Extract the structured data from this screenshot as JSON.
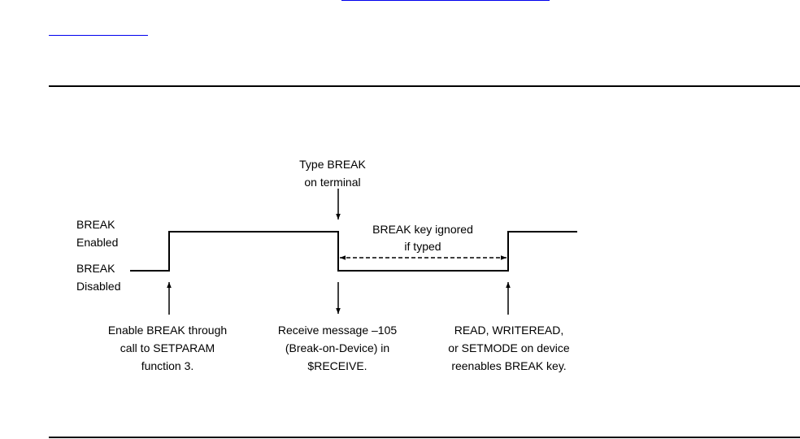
{
  "links": [
    {
      "name": "top-link",
      "label": ""
    },
    {
      "name": "left-link",
      "label": ""
    }
  ],
  "diagram": {
    "state_labels": {
      "enabled": [
        "BREAK",
        "Enabled"
      ],
      "disabled": [
        "BREAK",
        "Disabled"
      ]
    },
    "top_event": [
      "Type BREAK",
      "on terminal"
    ],
    "ignored_region": [
      "BREAK key ignored",
      "if typed"
    ],
    "events": [
      {
        "direction": "up",
        "lines": [
          "Enable BREAK through",
          "call to SETPARAM",
          "function 3."
        ]
      },
      {
        "direction": "down",
        "lines": [
          "Receive message –105",
          "(Break-on-Device) in",
          "$RECEIVE."
        ]
      },
      {
        "direction": "up",
        "lines": [
          "READ, WRITEREAD,",
          "or SETMODE on device",
          "reenables BREAK key."
        ]
      }
    ]
  }
}
